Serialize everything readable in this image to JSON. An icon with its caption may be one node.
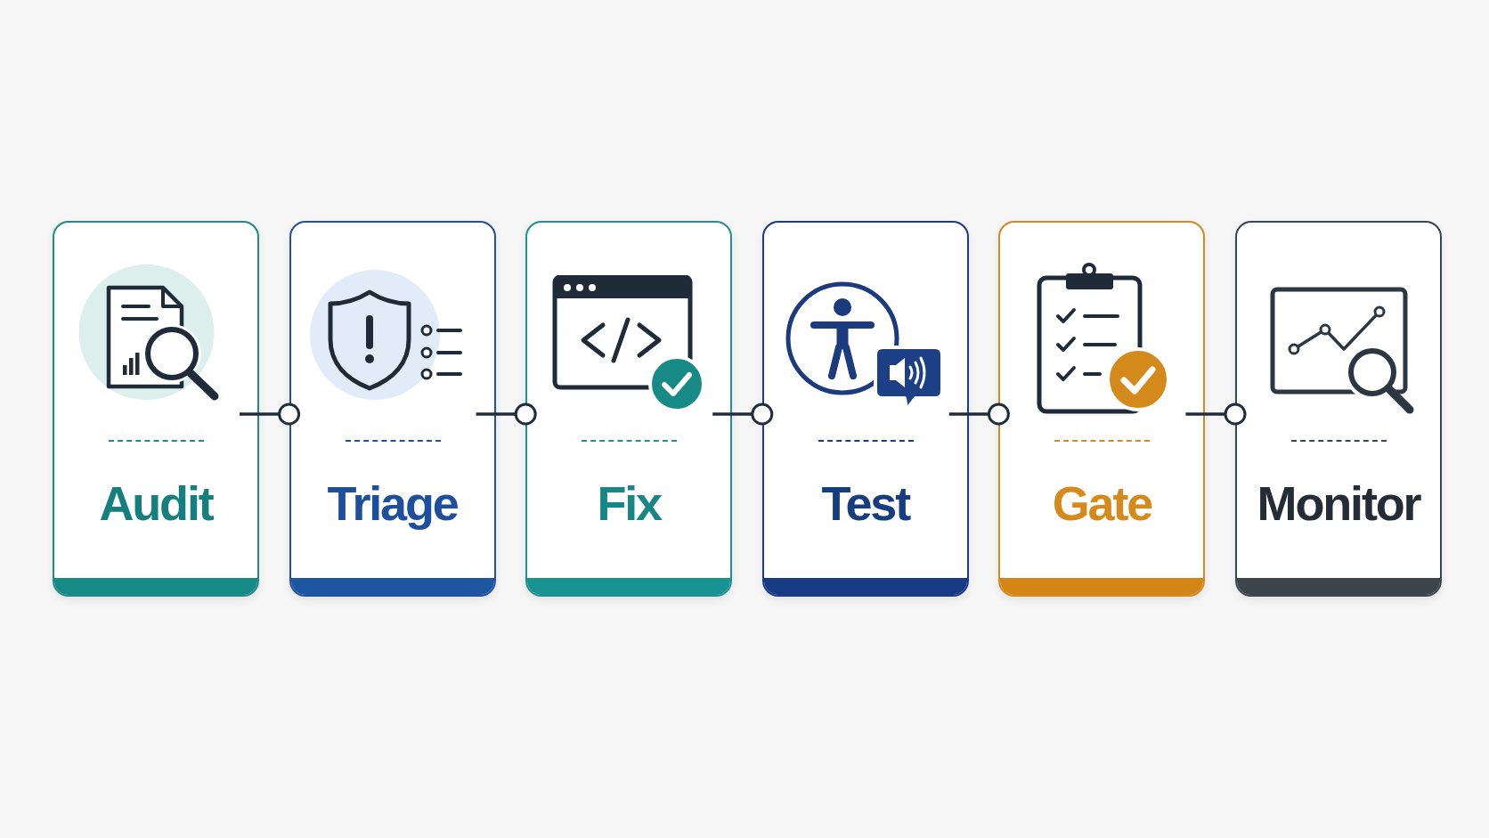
{
  "diagram": {
    "nodes": [
      {
        "text": [
          "Audit"
        ]
      },
      {
        "text": [
          "Triage"
        ]
      },
      {
        "text": [
          "Fix"
        ]
      },
      {
        "text": [
          "Test"
        ]
      },
      {
        "text": [
          "Gate"
        ]
      },
      {
        "text": [
          "Monitor"
        ]
      }
    ],
    "edges": [
      {
        "from": 0,
        "to": 1,
        "arrow": "other"
      },
      {
        "from": 1,
        "to": 2,
        "arrow": "other"
      },
      {
        "from": 2,
        "to": 3,
        "arrow": "other"
      },
      {
        "from": 3,
        "to": 4,
        "arrow": "other"
      },
      {
        "from": 4,
        "to": 5,
        "arrow": "other"
      }
    ]
  }
}
